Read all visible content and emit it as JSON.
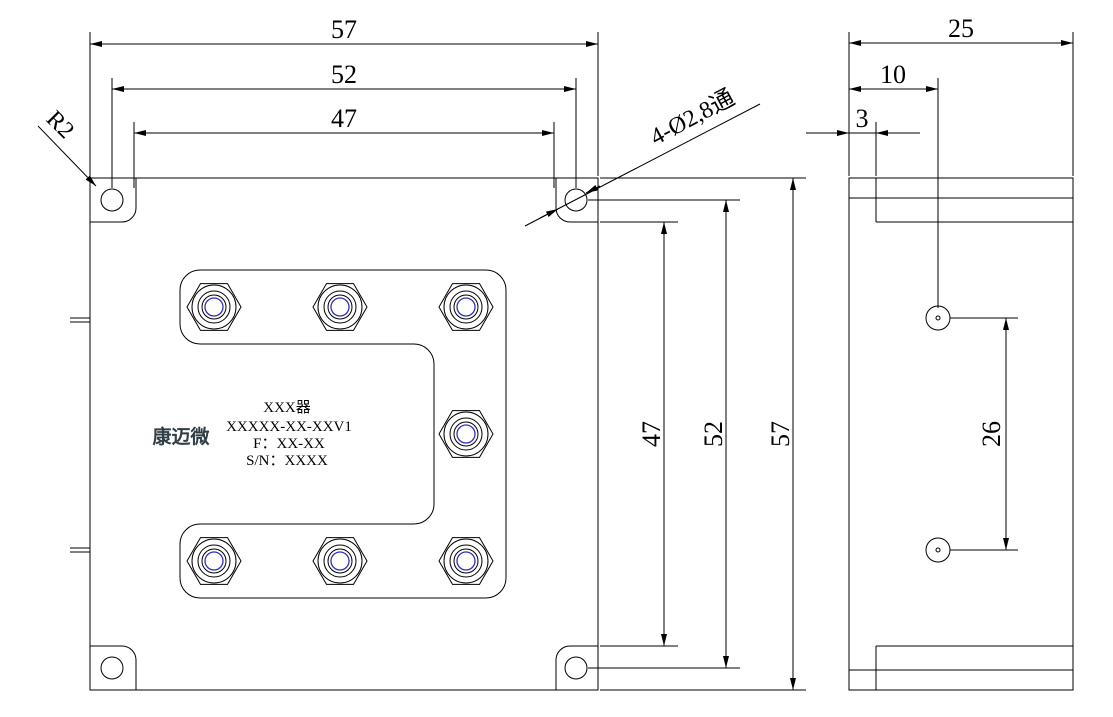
{
  "front_view": {
    "dimensions": {
      "width_overall": "57",
      "width_mid": "52",
      "width_inner": "47",
      "radius": "R2",
      "hole_callout": "4-Ø2,8通",
      "height_inner": "47",
      "height_mid": "52",
      "height_overall": "57"
    },
    "label": {
      "brand": "康迈微",
      "product": "XXX器",
      "model": "XXXXX-XX-XXV1",
      "frequency": "F：XX-XX",
      "serial": "S/N：XXXX"
    }
  },
  "side_view": {
    "dimensions": {
      "depth_overall": "25",
      "connector_offset": "10",
      "flange_thickness": "3",
      "connector_spacing": "26"
    }
  },
  "colors": {
    "line": "#000000",
    "connector_center": "#3030c0",
    "brand_text": "#2f3d45"
  }
}
